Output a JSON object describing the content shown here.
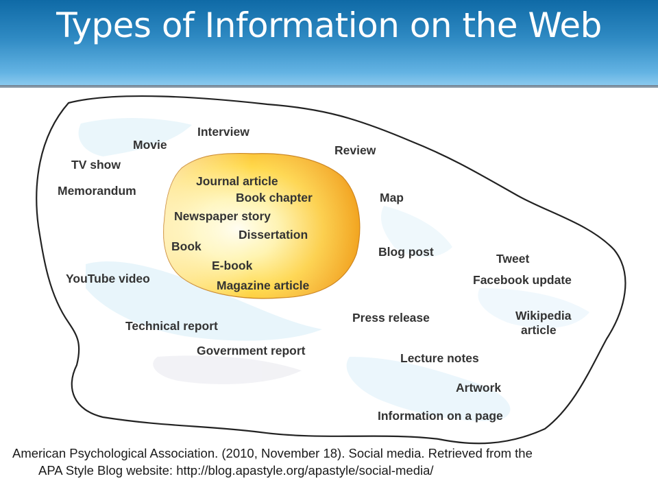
{
  "slide": {
    "title": "Types of Information on the Web"
  },
  "diagram": {
    "inner_items": [
      "Journal article",
      "Book chapter",
      "Newspaper story",
      "Dissertation",
      "Book",
      "E-book",
      "Magazine article"
    ],
    "outer_items": [
      "Interview",
      "Movie",
      "Review",
      "TV show",
      "Memorandum",
      "Map",
      "Blog post",
      "Tweet",
      "YouTube video",
      "Facebook update",
      "Technical report",
      "Press release",
      "Wikipedia",
      "article",
      "Government report",
      "Lecture notes",
      "Artwork",
      "Information on a page"
    ],
    "colors": {
      "yolk_center": "#fffbe0",
      "yolk_mid": "#ffd84a",
      "yolk_edge": "#f5a521",
      "white_shadow": "#cfeaf7",
      "outline": "#222222"
    }
  },
  "citation": {
    "line1": "American Psychological Association. (2010, November 18). Social media. Retrieved from the",
    "line2": "APA Style Blog website:  http://blog.apastyle.org/apastyle/social-media/"
  }
}
